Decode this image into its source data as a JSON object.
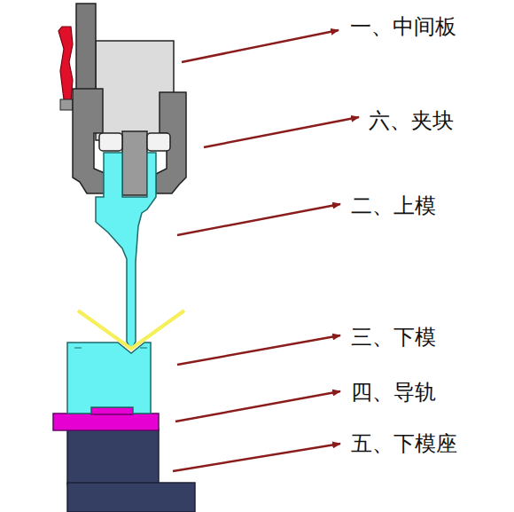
{
  "diagram": {
    "labels": [
      "一、中间板",
      "六、夹块",
      "二、上模",
      "三、下模",
      "四、导轨",
      "五、下模座"
    ]
  }
}
